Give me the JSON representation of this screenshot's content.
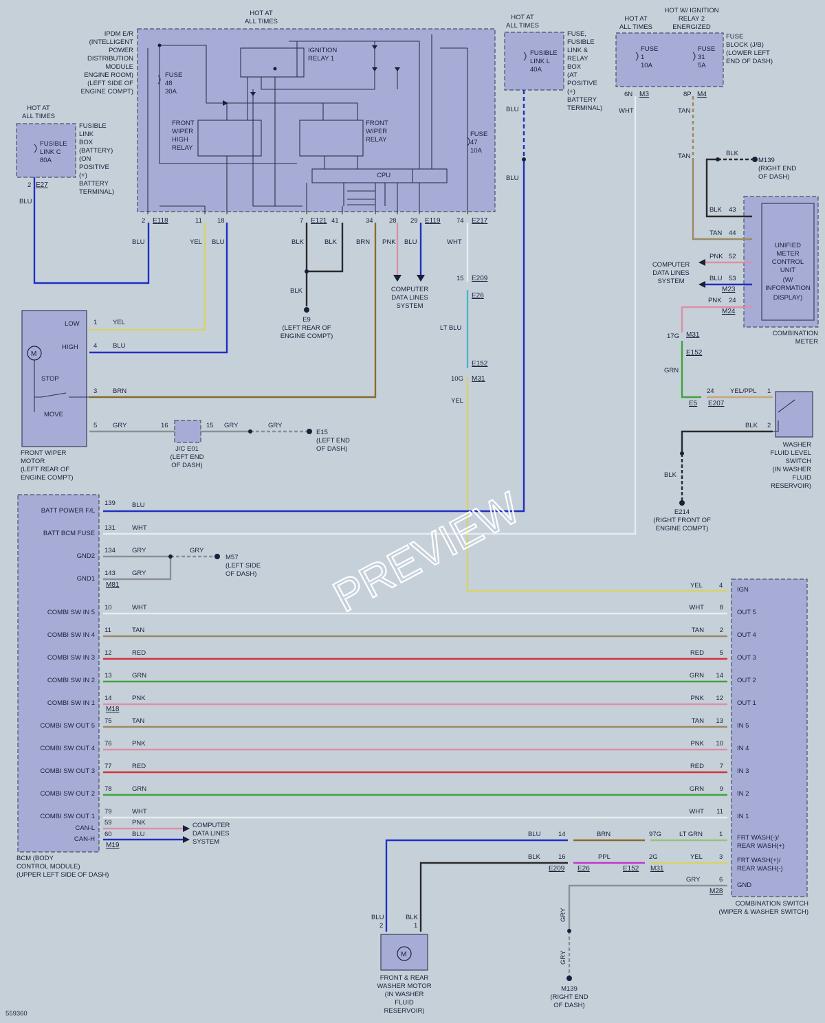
{
  "diagram_id": "559360",
  "watermark": "PREVIEW",
  "wire_colors": {
    "BLU": "#1f2fc4",
    "YEL": "#d7d26a",
    "BRN": "#8a6a2c",
    "GRY": "#8b8f96",
    "WHT": "#e8ecef",
    "TAN": "#9a8a62",
    "RED": "#d1333a",
    "GRN": "#3fa43a",
    "PNK": "#dc8fa6",
    "BLK": "#2a2a2a",
    "LT BLU": "#52b4c8",
    "YEL/PPL": "#c9a678",
    "LT GRN": "#9ac27a",
    "PPL": "#c038c8"
  },
  "components": {
    "ipdm": {
      "lines": [
        "IPDM E/R",
        "(INTELLIGENT",
        "POWER",
        "DISTRIBUTION",
        "MODULE",
        "ENGINE ROOM)",
        "(LEFT SIDE OF",
        "ENGINE COMPT)"
      ],
      "hot": [
        "HOT AT",
        "ALL TIMES"
      ],
      "fuse48": [
        "FUSE",
        "48",
        "30A"
      ],
      "fuse47": [
        "FUSE",
        "47",
        "10A"
      ],
      "ign_relay": [
        "IGNITION",
        "RELAY 1"
      ],
      "high_relay": [
        "FRONT",
        "WIPER",
        "HIGH",
        "RELAY"
      ],
      "wiper_relay": [
        "FRONT",
        "WIPER",
        "RELAY"
      ],
      "cpu": "CPU"
    },
    "fusible_c": {
      "hot": [
        "HOT AT",
        "ALL TIMES"
      ],
      "inner": [
        "FUSIBLE",
        "LINK C",
        "80A"
      ],
      "lines": [
        "FUSIBLE",
        "LINK",
        "BOX",
        "(BATTERY)",
        "(ON",
        "POSITIVE",
        "(+)",
        "BATTERY",
        "TERMINAL)"
      ]
    },
    "fusible_l": {
      "hot": [
        "HOT AT",
        "ALL TIMES"
      ],
      "inner": [
        "FUSIBLE",
        "LINK L",
        "40A"
      ],
      "lines": [
        "FUSE,",
        "FUSIBLE",
        "LINK &",
        "RELAY",
        "BOX",
        "(AT",
        "POSITIVE",
        "(+)",
        "BATTERY",
        "TERMINAL)"
      ]
    },
    "fuse_block": {
      "hot1": [
        "HOT AT",
        "ALL TIMES"
      ],
      "hot2": [
        "HOT W/ IGNITION",
        "RELAY 2",
        "ENERGIZED"
      ],
      "fuse1": [
        "FUSE",
        "1",
        "10A"
      ],
      "fuse31": [
        "FUSE",
        "31",
        "5A"
      ],
      "lines": [
        "FUSE",
        "BLOCK (J/B)",
        "(LOWER LEFT",
        "END OF DASH)"
      ]
    },
    "meter": {
      "inner": [
        "UNIFIED",
        "METER",
        "CONTROL",
        "UNIT",
        "(W/",
        "INFORMATION",
        "DISPLAY)"
      ],
      "lines": [
        "COMBINATION",
        "METER"
      ],
      "cdl": [
        "COMPUTER",
        "DATA LINES",
        "SYSTEM"
      ]
    },
    "wiper_motor": {
      "pins": [
        "LOW",
        "HIGH",
        "STOP",
        "MOVE"
      ],
      "lines": [
        "FRONT WIPER",
        "MOTOR",
        "(LEFT REAR OF",
        "ENGINE COMPT)"
      ]
    },
    "jc": [
      "J/C E01",
      "(LEFT END",
      "OF DASH)"
    ],
    "e15": [
      "E15",
      "(LEFT END",
      "OF DASH)"
    ],
    "e9": [
      "E9",
      "(LEFT REAR OF",
      "ENGINE COMPT)"
    ],
    "cdl_mid": [
      "COMPUTER",
      "DATA LINES",
      "SYSTEM"
    ],
    "m139_top": [
      "M139",
      "(RIGHT END",
      "OF DASH)"
    ],
    "washer_switch": [
      "WASHER",
      "FLUID LEVEL",
      "SWITCH",
      "(IN WASHER",
      "FLUID",
      "RESERVOIR)"
    ],
    "e214": [
      "E214",
      "(RIGHT FRONT OF",
      "ENGINE COMPT)"
    ],
    "bcm": {
      "pins": [
        "BATT POWER F/L",
        "BATT BCM FUSE",
        "GND2",
        "GND1",
        "COMBI SW IN 5",
        "COMBI SW IN 4",
        "COMBI SW IN 3",
        "COMBI SW IN 2",
        "COMBI SW IN 1",
        "COMBI SW OUT 5",
        "COMBI SW OUT 4",
        "COMBI SW OUT 3",
        "COMBI SW OUT 2",
        "COMBI SW OUT 1",
        "CAN-L",
        "CAN-H"
      ],
      "lines": [
        "BCM (BODY",
        "CONTROL MODULE)",
        "(UPPER LEFT SIDE OF DASH)"
      ]
    },
    "m57": [
      "M57",
      "(LEFT SIDE",
      "OF DASH)"
    ],
    "cdl_bcm": [
      "COMPUTER",
      "DATA LINES",
      "SYSTEM"
    ],
    "combi_switch": {
      "pins": [
        "IGN",
        "OUT 5",
        "OUT 4",
        "OUT 3",
        "OUT 2",
        "OUT 1",
        "IN 5",
        "IN 4",
        "IN 3",
        "IN 2",
        "IN 1",
        "FRT WASH(-)/",
        "REAR WASH(+)",
        "FRT WASH(+)/",
        "REAR WASH(-)",
        "GND"
      ],
      "lines": [
        "COMBINATION SWITCH",
        "(WIPER & WASHER SWITCH)"
      ]
    },
    "washer_motor": [
      "FRONT & REAR",
      "WASHER MOTOR",
      "(IN WASHER",
      "FLUID",
      "RESERVOIR)"
    ],
    "m139_bot": [
      "M139",
      "(RIGHT END",
      "OF DASH)"
    ]
  },
  "bcm_rows": [
    {
      "pin": "10",
      "color": "WHT",
      "cpin": "8"
    },
    {
      "pin": "11",
      "color": "TAN",
      "cpin": "2"
    },
    {
      "pin": "12",
      "color": "RED",
      "cpin": "5"
    },
    {
      "pin": "13",
      "color": "GRN",
      "cpin": "14"
    },
    {
      "pin": "14",
      "color": "PNK",
      "cpin": "12"
    },
    {
      "pin": "75",
      "color": "TAN",
      "cpin": "13"
    },
    {
      "pin": "76",
      "color": "PNK",
      "cpin": "10"
    },
    {
      "pin": "77",
      "color": "RED",
      "cpin": "7"
    },
    {
      "pin": "78",
      "color": "GRN",
      "cpin": "9"
    },
    {
      "pin": "79",
      "color": "WHT",
      "cpin": "11"
    }
  ],
  "texts": {
    "e118": "E118",
    "e121": "E121",
    "e119": "E119",
    "e217": "E217",
    "e27": "E27",
    "e209": "E209",
    "e26": "E26",
    "e152": "E152",
    "m31": "M31",
    "m3": "M3",
    "m4": "M4",
    "m23": "M23",
    "m24": "M24",
    "e5": "E5",
    "e207": "E207",
    "m81": "M81",
    "m18": "M18",
    "m19": "M19",
    "m28": "M28",
    "pin2": "2",
    "pin11": "11",
    "pin18": "18",
    "pin7": "7",
    "pin41": "41",
    "pin34": "34",
    "pin28": "28",
    "pin29": "29",
    "pin74": "74",
    "pin15": "15",
    "pin10g": "10G",
    "pin6n": "6N",
    "pin8p": "8P",
    "pin43": "43",
    "pin44": "44",
    "pin52": "52",
    "pin53": "53",
    "pin24": "24",
    "pin17g": "17G",
    "pin24b": "24",
    "pin1w": "1",
    "pin2w": "2",
    "pin139": "139",
    "pin131": "131",
    "pin134": "134",
    "pin143": "143",
    "pin59": "59",
    "pin60": "60",
    "pin4c": "4",
    "pin1c": "1",
    "pin3c": "3",
    "pin6c": "6",
    "pin14c": "14",
    "pin16c": "16",
    "pin97g": "97G",
    "pin2g": "2G",
    "mpin1": "1",
    "mpin4": "4",
    "mpin3": "3",
    "mpin5": "5",
    "jc16": "16",
    "jc15": "15",
    "wm2": "2",
    "wm1": "1",
    "e27pin": "2"
  },
  "wire_labels": {
    "blu": "BLU",
    "yel": "YEL",
    "brn": "BRN",
    "gry": "GRY",
    "wht": "WHT",
    "tan": "TAN",
    "pnk": "PNK",
    "blk": "BLK",
    "ltblu": "LT BLU",
    "grn": "GRN",
    "yelppl": "YEL/PPL",
    "ltgrn": "LT GRN",
    "ppl": "PPL",
    "red": "RED"
  }
}
